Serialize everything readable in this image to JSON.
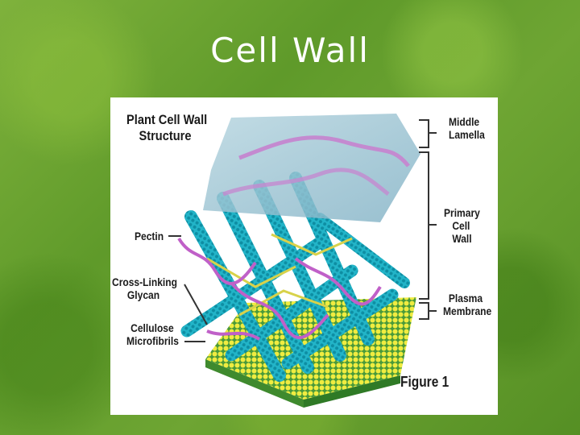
{
  "slide": {
    "title": "Cell Wall"
  },
  "figure": {
    "heading_line1": "Plant Cell Wall",
    "heading_line2": "Structure",
    "left_labels": {
      "pectin": "Pectin",
      "cross_linking_line1": "Cross-Linking",
      "cross_linking_line2": "Glycan",
      "cellulose_line1": "Cellulose",
      "cellulose_line2": "Microfibrils"
    },
    "right_labels": {
      "middle_lamella_line1": "Middle",
      "middle_lamella_line2": "Lamella",
      "primary_wall_line1": "Primary",
      "primary_wall_line2": "Cell",
      "primary_wall_line3": "Wall",
      "plasma_membrane_line1": "Plasma",
      "plasma_membrane_line2": "Membrane"
    },
    "caption": "Figure 1"
  },
  "colors": {
    "background_green": "#6ea533",
    "cellulose": "#1fb0c4",
    "pectin": "#c060c8",
    "membrane": "#e6e43a",
    "lamella": "#9ec3d4"
  }
}
